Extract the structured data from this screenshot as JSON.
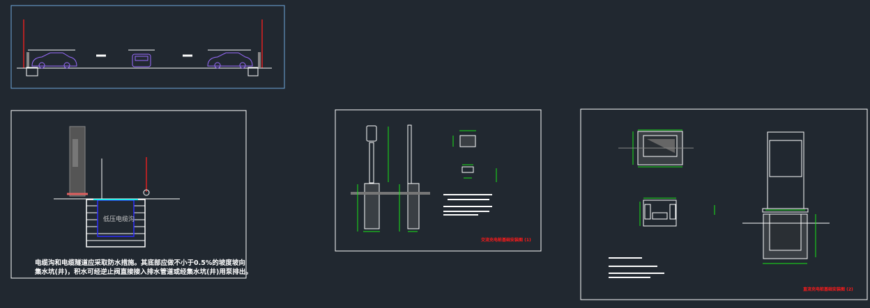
{
  "canvas": {
    "background": "#212830"
  },
  "sheet2": {
    "trench_label": "低压电缆沟",
    "note_line1": "电缆沟和电缆隧道应采取防水措施。其底部应做不小于0.5%的坡度坡向",
    "note_line2": "集水坑(井)，积水可经逆止阀直接接入排水管道或经集水坑(井)用泵排出。"
  },
  "sheet3": {
    "title": "交流充电桩基础安装图 (1)"
  },
  "sheet4": {
    "title": "直流充电桩基础安装图 (2)"
  },
  "colors": {
    "dimension": "#19e619",
    "title": "#ff1a1a",
    "frame_selected": "#4a8fd9",
    "car": "#9a6cff"
  }
}
